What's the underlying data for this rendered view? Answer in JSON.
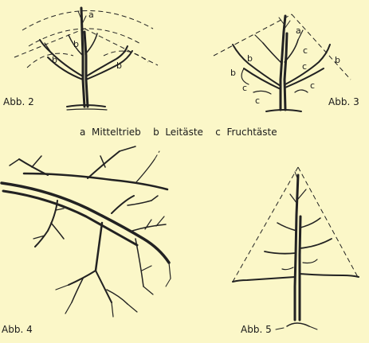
{
  "figures": {
    "abb2": {
      "caption": "Abb. 2",
      "labels": {
        "a": "a",
        "b1": "b",
        "b2": "b",
        "b3": "b"
      }
    },
    "abb3": {
      "caption": "Abb. 3",
      "labels": {
        "a": "a",
        "b1": "b",
        "b2": "b",
        "b3": "b",
        "c1": "c",
        "c2": "c",
        "c3": "c",
        "c4": "c",
        "c5": "c"
      }
    },
    "abb4": {
      "caption": "Abb. 4"
    },
    "abb5": {
      "caption": "Abb. 5"
    }
  },
  "legend": {
    "items": [
      {
        "key": "a",
        "text": "Mitteltrieb"
      },
      {
        "key": "b",
        "text": "Leitäste"
      },
      {
        "key": "c",
        "text": "Fruchtäste"
      }
    ]
  },
  "colors": {
    "background": "#fbf7c8",
    "ink": "#222222"
  }
}
